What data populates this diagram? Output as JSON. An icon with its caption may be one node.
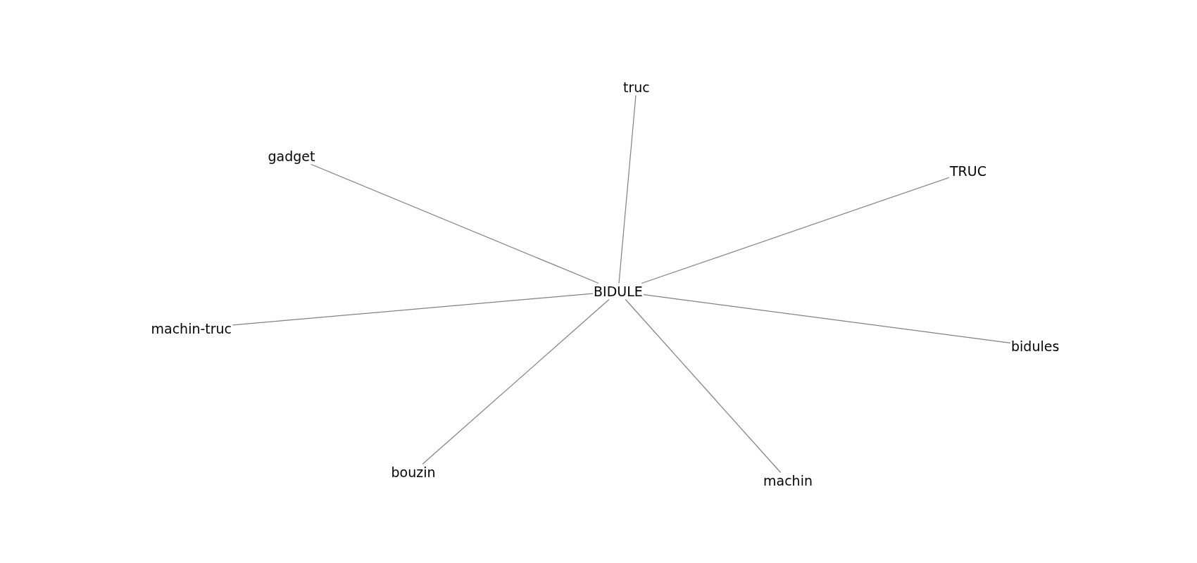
{
  "diagram": {
    "nodes": [
      {
        "text": [
          "truc"
        ]
      },
      {
        "text": [
          "gadget"
        ]
      },
      {
        "text": [
          "TRUC"
        ]
      },
      {
        "text": [
          "BIDULE"
        ]
      },
      {
        "text": [
          "machin-truc"
        ]
      },
      {
        "text": [
          "bidules"
        ]
      },
      {
        "text": [
          "bouzin"
        ]
      },
      {
        "text": [
          "machin"
        ]
      }
    ],
    "edges": [
      {
        "from": 3,
        "to": 0,
        "arrow": "none"
      },
      {
        "from": 3,
        "to": 1,
        "arrow": "none"
      },
      {
        "from": 3,
        "to": 2,
        "arrow": "none"
      },
      {
        "from": 3,
        "to": 4,
        "arrow": "none"
      },
      {
        "from": 3,
        "to": 5,
        "arrow": "none"
      },
      {
        "from": 3,
        "to": 6,
        "arrow": "none"
      },
      {
        "from": 3,
        "to": 7,
        "arrow": "none"
      }
    ]
  }
}
